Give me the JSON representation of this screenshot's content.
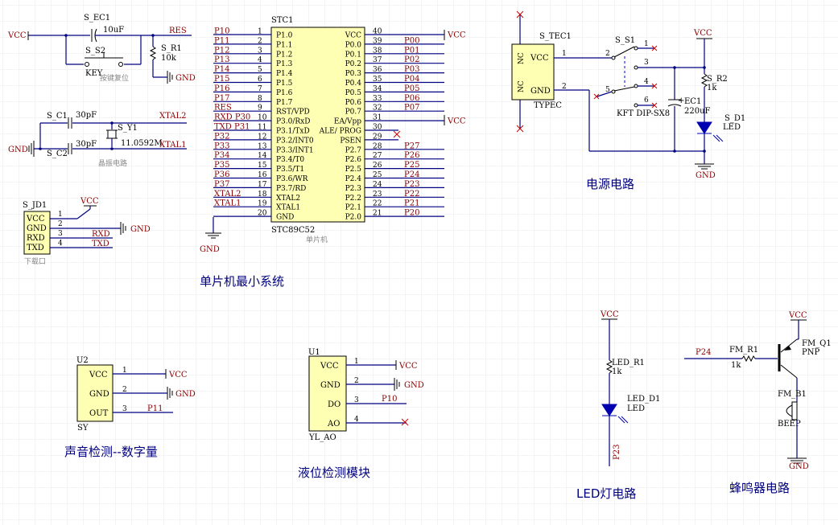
{
  "sections": {
    "mcu_min": "单片机最小系统",
    "power": "电源电路",
    "sound": "声音检测--数字量",
    "level": "液位检测模块",
    "led": "LED灯电路",
    "buzzer": "蜂鸣器电路"
  },
  "reset": {
    "vcc": "VCC",
    "cap": "S_EC1",
    "cap_val": "10uF",
    "key": "S_S2",
    "key_lbl": "KEY",
    "res_net": "RES",
    "res": "S_R1",
    "res_val": "10k",
    "gnd": "GND",
    "note": "按键复位"
  },
  "crystal": {
    "c1": "S_C1",
    "c1_val": "30pF",
    "c2": "S_C2",
    "c2_val": "30pF",
    "y1": "S_Y1",
    "y1_val": "11.0592M",
    "xtal2": "XTAL2",
    "xtal1": "XTAL1",
    "gnd": "GND",
    "note": "晶振电路"
  },
  "prog": {
    "ref": "S_JD1",
    "vcc": "VCC",
    "gnd": "GND",
    "rxd": "RXD",
    "txd": "TXD",
    "pins": [
      "VCC",
      "GND",
      "RXD",
      "TXD"
    ],
    "nums": [
      "1",
      "2",
      "3",
      "4"
    ],
    "note": "下载口"
  },
  "mcu": {
    "ref": "STC1",
    "part": "STC89C52",
    "note": "单片机",
    "gnd": "GND",
    "left_nets": [
      "P10",
      "P11",
      "P12",
      "P13",
      "P14",
      "P15",
      "P16",
      "P17",
      "RES",
      "RXD P30",
      "TXD P31",
      "P32",
      "P33",
      "P34",
      "P35",
      "P36",
      "P37",
      "XTAL2",
      "XTAL1",
      ""
    ],
    "left_nums": [
      "1",
      "2",
      "3",
      "4",
      "5",
      "6",
      "7",
      "8",
      "9",
      "10",
      "11",
      "12",
      "13",
      "14",
      "15",
      "16",
      "17",
      "18",
      "19",
      "20"
    ],
    "left_pins": [
      "P1.0",
      "P1.1",
      "P1.2",
      "P1.3",
      "P1.4",
      "P1.5",
      "P1.6",
      "P1.7",
      "RST/VPD",
      "P3.0/RxD",
      "P3.1/TxD",
      "P3.2/INT0",
      "P3.3/INT1",
      "P3.4/T0",
      "P3.5/T1",
      "P3.6/WR",
      "P3.7/RD",
      "XTAL2",
      "XTAL1",
      "GND"
    ],
    "right_pins": [
      "VCC",
      "P0.0",
      "P0.1",
      "P0.2",
      "P0.3",
      "P0.4",
      "P0.5",
      "P0.6",
      "P0.7",
      "EA/Vpp",
      "ALE/ PROG",
      "PSEN",
      "P2.7",
      "P2.6",
      "P2.5",
      "P2.4",
      "P2.3",
      "P2.2",
      "P2.1",
      "P2.0"
    ],
    "right_nums": [
      "40",
      "39",
      "38",
      "37",
      "36",
      "35",
      "34",
      "33",
      "32",
      "31",
      "30",
      "29",
      "28",
      "27",
      "26",
      "25",
      "24",
      "23",
      "22",
      "21"
    ],
    "right_nets": [
      "VCC",
      "P00",
      "P01",
      "P02",
      "P03",
      "P04",
      "P05",
      "P06",
      "P07",
      "VCC",
      "",
      "",
      "P27",
      "P26",
      "P25",
      "P24",
      "P23",
      "P22",
      "P21",
      "P20"
    ]
  },
  "power": {
    "conn": "S_TEC1",
    "conn_part": "TYPEC",
    "nc": "NC",
    "vcc_pin": "VCC",
    "gnd_pin": "GND",
    "pin1": "1",
    "pin2": "2",
    "sw": "S_S1",
    "sw_part": "KFT DIP-SX8",
    "sw_pins": [
      "1",
      "2",
      "3",
      "4",
      "5",
      "6"
    ],
    "cap": "EC1",
    "cap_val": "220uF",
    "res": "S_R2",
    "res_val": "1k",
    "led": "S_D1",
    "led_lbl": "LED",
    "vcc": "VCC",
    "gnd": "GND"
  },
  "sound": {
    "ref": "U2",
    "part": "SY",
    "pins": [
      "VCC",
      "GND",
      "OUT"
    ],
    "nums": [
      "1",
      "2",
      "3"
    ],
    "vcc": "VCC",
    "gnd": "GND",
    "net": "P11"
  },
  "level": {
    "ref": "U1",
    "part": "YL_AO",
    "pins": [
      "VCC",
      "GND",
      "DO",
      "AO"
    ],
    "nums": [
      "1",
      "2",
      "3",
      "4"
    ],
    "vcc": "VCC",
    "gnd": "GND",
    "net": "P10"
  },
  "led": {
    "vcc": "VCC",
    "res": "LED_R1",
    "res_val": "1k",
    "led": "LED_D1",
    "led_lbl": "LED",
    "net": "P23"
  },
  "buzzer": {
    "vcc": "VCC",
    "net": "P24",
    "res": "FM_R1",
    "res_val": "1k",
    "q": "FM_Q1",
    "q_type": "PNP",
    "b": "FM_B1",
    "b_part": "BEEP",
    "gnd": "GND"
  }
}
